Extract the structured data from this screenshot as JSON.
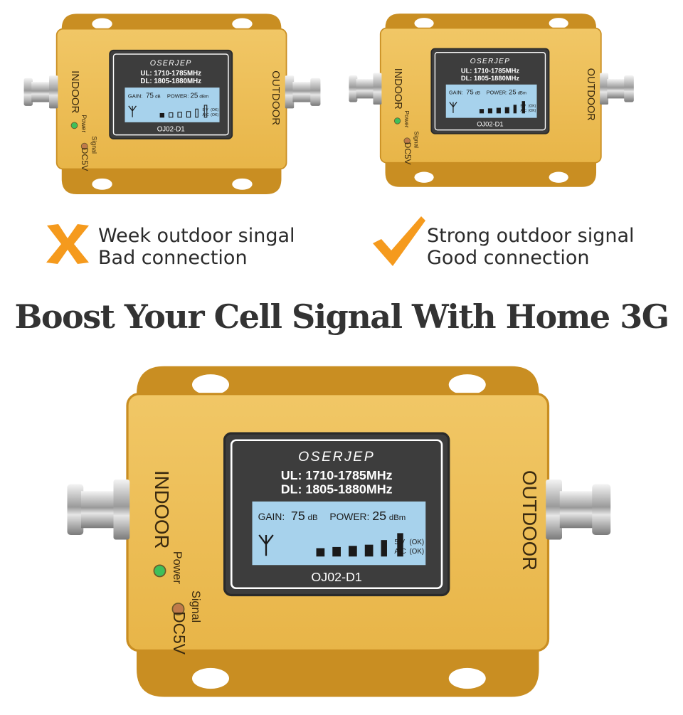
{
  "colors": {
    "housing": "#e8b548",
    "housing_dark": "#c98e22",
    "housing_light": "#f1c766",
    "screen_frame": "#3d3d3d",
    "lcd": "#a7d2ec",
    "x_mark": "#f59a1d",
    "check_mark": "#f59a1d",
    "led_power": "#3fbf5a",
    "led_signal": "#c07a4a",
    "text_dark": "#2b2b2b"
  },
  "devices": [
    {
      "id": "weak",
      "brand": "OSERJEP",
      "ul": "UL: 1710-1785MHz",
      "dl": "DL: 1805-1880MHz",
      "gain_label": "GAIN:",
      "gain_value": "75",
      "gain_unit": "dB",
      "power_label": "POWER:",
      "power_value": "25",
      "power_unit": "dBm",
      "volt": "5 V",
      "aic": "AIC",
      "ok1": "(OK)",
      "ok2": "(OK)",
      "model": "OJ02-D1",
      "indoor": "INDOOR",
      "outdoor": "OUTDOOR",
      "power_led": "Power",
      "signal_led": "Signal",
      "dc": "DC5V",
      "signal_bars_lit": 1
    },
    {
      "id": "strong",
      "brand": "OSERJEP",
      "ul": "UL: 1710-1785MHz",
      "dl": "DL: 1805-1880MHz",
      "gain_label": "GAIN:",
      "gain_value": "75",
      "gain_unit": "dB",
      "power_label": "POWER:",
      "power_value": "25",
      "power_unit": "dBm",
      "volt": "5 V",
      "aic": "AIC",
      "ok1": "(OK)",
      "ok2": "(OK)",
      "model": "OJ02-D1",
      "indoor": "INDOOR",
      "outdoor": "OUTDOOR",
      "power_led": "Power",
      "signal_led": "Signal",
      "dc": "DC5V",
      "signal_bars_lit": 6
    },
    {
      "id": "main",
      "brand": "OSERJEP",
      "ul": "UL: 1710-1785MHz",
      "dl": "DL: 1805-1880MHz",
      "gain_label": "GAIN:",
      "gain_value": "75",
      "gain_unit": "dB",
      "power_label": "POWER:",
      "power_value": "25",
      "power_unit": "dBm",
      "volt": "5 V",
      "aic": "AIC",
      "ok1": "(OK)",
      "ok2": "(OK)",
      "model": "OJ02-D1",
      "indoor": "INDOOR",
      "outdoor": "OUTDOOR",
      "power_led": "Power",
      "signal_led": "Signal",
      "dc": "DC5V",
      "signal_bars_lit": 6
    }
  ],
  "captions": {
    "weak": {
      "line1": "Week outdoor singal",
      "line2": "Bad connection",
      "mark_icon": "x-mark-icon"
    },
    "strong": {
      "line1": "Strong outdoor signal",
      "line2": "Good connection",
      "mark_icon": "check-mark-icon"
    }
  },
  "headline": "Boost Your Cell Signal With Home 3G"
}
